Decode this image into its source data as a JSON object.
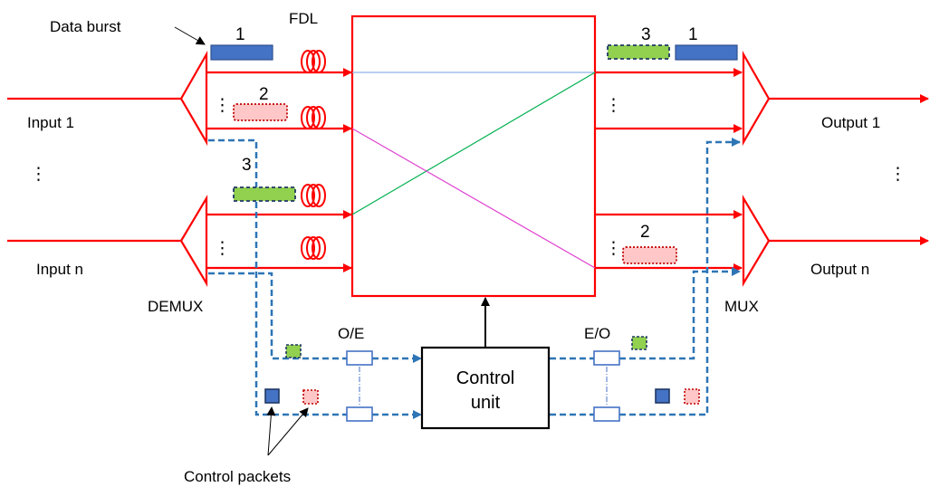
{
  "labels": {
    "data_burst": "Data burst",
    "fdl": "FDL",
    "input_1": "Input  1",
    "input_n": "Input  n",
    "output_1": "Output  1",
    "output_n": "Output  n",
    "demux": "DEMUX",
    "mux": "MUX",
    "oe": "O/E",
    "eo": "E/O",
    "control_line1": "Control",
    "control_line2": "unit",
    "control_packets": "Control packets",
    "vdots": "⋮"
  },
  "bursts": {
    "in_1": "1",
    "in_2": "2",
    "in_3": "3",
    "out_3": "3",
    "out_1": "1",
    "out_2": "2"
  },
  "colors": {
    "fiber": "#ff0000",
    "control_line": "#2e75b6",
    "burst_blue": "#4472c4",
    "burst_green": "#92d050",
    "burst_pink": "#ffc7c7",
    "conn_1": "#8eb4e3",
    "conn_2": "#00b050",
    "conn_3": "#e040d0"
  }
}
